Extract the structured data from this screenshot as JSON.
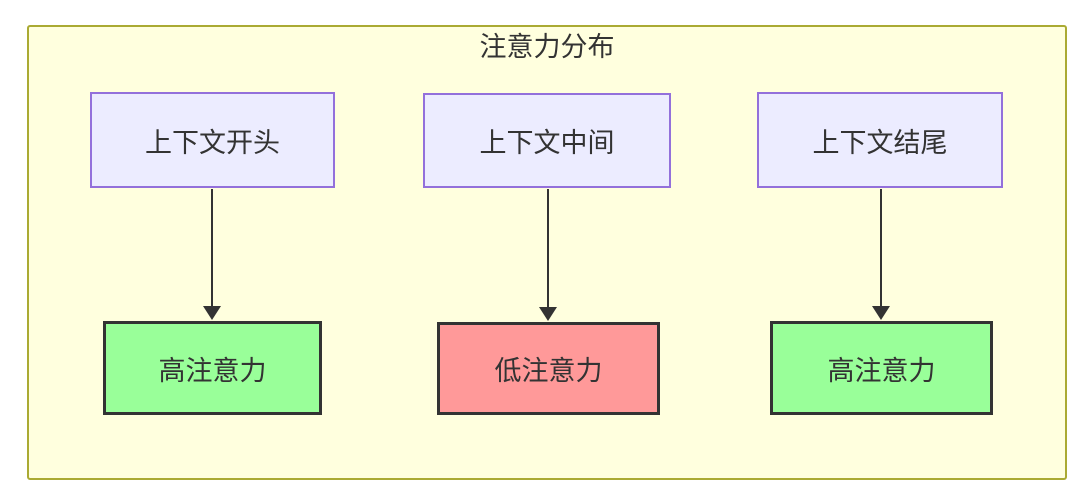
{
  "diagram": {
    "type": "flowchart",
    "direction": "top-down",
    "title": "注意力分布",
    "nodes": [
      {
        "id": "ctx-start",
        "label": "上下文开头",
        "kind": "context",
        "fill": "#ECECFF",
        "border": "#9370DB"
      },
      {
        "id": "ctx-middle",
        "label": "上下文中间",
        "kind": "context",
        "fill": "#ECECFF",
        "border": "#9370DB"
      },
      {
        "id": "ctx-end",
        "label": "上下文结尾",
        "kind": "context",
        "fill": "#ECECFF",
        "border": "#9370DB"
      },
      {
        "id": "attn-start",
        "label": "高注意力",
        "kind": "attention-high",
        "fill": "#99ff99",
        "border": "#333333"
      },
      {
        "id": "attn-middle",
        "label": "低注意力",
        "kind": "attention-low",
        "fill": "#ff9999",
        "border": "#333333"
      },
      {
        "id": "attn-end",
        "label": "高注意力",
        "kind": "attention-high",
        "fill": "#99ff99",
        "border": "#333333"
      }
    ],
    "edges": [
      {
        "from": "上下文开头",
        "to": "高注意力",
        "style": "arrow-down"
      },
      {
        "from": "上下文中间",
        "to": "低注意力",
        "style": "arrow-down"
      },
      {
        "from": "上下文结尾",
        "to": "高注意力",
        "style": "arrow-down"
      }
    ],
    "colors": {
      "cluster_fill": "#ffffde",
      "cluster_border": "#aaaa33",
      "context_fill": "#ECECFF",
      "context_border": "#9370DB",
      "attention_high_fill": "#99ff99",
      "attention_low_fill": "#ff9999",
      "attention_border": "#333333",
      "edge": "#333333",
      "text": "#333333"
    }
  }
}
